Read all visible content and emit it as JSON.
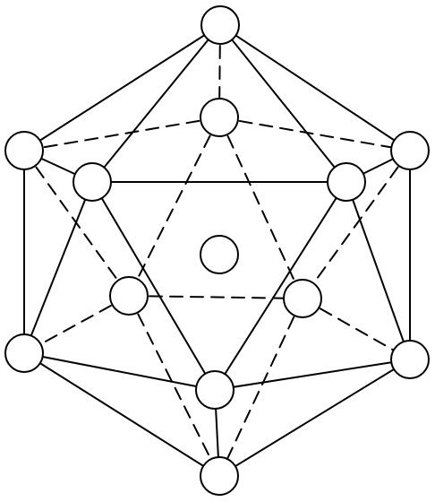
{
  "diagram": {
    "kind": "icosahedral cluster",
    "colors": {
      "line": "#000000",
      "atom_fill": "#ffffff",
      "background": "#ffffff"
    },
    "atoms": [
      {
        "id": "top",
        "role": "outer"
      },
      {
        "id": "upper-back",
        "role": "outer"
      },
      {
        "id": "upper-left",
        "role": "outer"
      },
      {
        "id": "upper-right",
        "role": "outer"
      },
      {
        "id": "front-left",
        "role": "outer"
      },
      {
        "id": "front-right",
        "role": "outer"
      },
      {
        "id": "center",
        "role": "center"
      },
      {
        "id": "lower-back-left",
        "role": "outer"
      },
      {
        "id": "lower-back-right",
        "role": "outer"
      },
      {
        "id": "lower-left",
        "role": "outer"
      },
      {
        "id": "lower-right",
        "role": "outer"
      },
      {
        "id": "lower-front",
        "role": "outer"
      },
      {
        "id": "bottom",
        "role": "outer"
      }
    ],
    "bonds": [
      {
        "from": "top",
        "to": "upper-left",
        "style": "solid"
      },
      {
        "from": "top",
        "to": "upper-right",
        "style": "solid"
      },
      {
        "from": "top",
        "to": "front-left",
        "style": "solid"
      },
      {
        "from": "top",
        "to": "front-right",
        "style": "solid"
      },
      {
        "from": "top",
        "to": "upper-back",
        "style": "dashed"
      },
      {
        "from": "upper-left",
        "to": "front-left",
        "style": "solid"
      },
      {
        "from": "upper-right",
        "to": "front-right",
        "style": "solid"
      },
      {
        "from": "front-left",
        "to": "front-right",
        "style": "solid"
      },
      {
        "from": "upper-back",
        "to": "upper-left",
        "style": "dashed"
      },
      {
        "from": "upper-back",
        "to": "upper-right",
        "style": "dashed"
      },
      {
        "from": "upper-back",
        "to": "lower-back-left",
        "style": "dashed"
      },
      {
        "from": "upper-back",
        "to": "lower-back-right",
        "style": "dashed"
      },
      {
        "from": "upper-left",
        "to": "lower-left",
        "style": "solid"
      },
      {
        "from": "upper-right",
        "to": "lower-right",
        "style": "solid"
      },
      {
        "from": "upper-left",
        "to": "lower-back-left",
        "style": "dashed"
      },
      {
        "from": "upper-right",
        "to": "lower-back-right",
        "style": "dashed"
      },
      {
        "from": "front-left",
        "to": "lower-left",
        "style": "solid"
      },
      {
        "from": "front-left",
        "to": "lower-front",
        "style": "solid"
      },
      {
        "from": "front-right",
        "to": "lower-right",
        "style": "solid"
      },
      {
        "from": "front-right",
        "to": "lower-front",
        "style": "solid"
      },
      {
        "from": "lower-back-left",
        "to": "lower-back-right",
        "style": "dashed"
      },
      {
        "from": "lower-back-left",
        "to": "lower-left",
        "style": "dashed"
      },
      {
        "from": "lower-back-right",
        "to": "lower-right",
        "style": "dashed"
      },
      {
        "from": "lower-back-left",
        "to": "bottom",
        "style": "dashed"
      },
      {
        "from": "lower-back-right",
        "to": "bottom",
        "style": "dashed"
      },
      {
        "from": "lower-left",
        "to": "lower-front",
        "style": "solid"
      },
      {
        "from": "lower-right",
        "to": "lower-front",
        "style": "solid"
      },
      {
        "from": "lower-left",
        "to": "bottom",
        "style": "solid"
      },
      {
        "from": "lower-right",
        "to": "bottom",
        "style": "solid"
      },
      {
        "from": "lower-front",
        "to": "bottom",
        "style": "solid"
      }
    ]
  }
}
